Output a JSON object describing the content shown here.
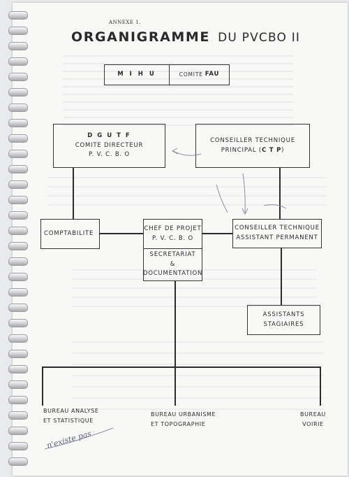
{
  "annex_label": "ANNEXE 1.",
  "title_main": "ORGANIGRAMME",
  "title_rest": "DU PVCBO II",
  "top_box": {
    "left": "M I H U",
    "right_prefix": "COMITE",
    "right_bold": "FAU"
  },
  "dgutf": {
    "line1": "D G U T F",
    "line2": "COMITE  DIRECTEUR",
    "line3": "P. V. C. B. O"
  },
  "ctp": {
    "line1": "CONSEILLER  TECHNIQUE",
    "line2_prefix": "PRINCIPAL  (",
    "line2_bold": "C T P",
    "line2_suffix": ")"
  },
  "comptabilite": "COMPTABILITE",
  "chef": {
    "line1": "CHEF DE PROJET",
    "line2": "P. V. C. B. O"
  },
  "secretariat": {
    "line1": "SECRETARIAT",
    "line2": "&",
    "line3": "DOCUMENTATION"
  },
  "conseiller_ap": {
    "line1": "CONSEILLER  TECHNIQUE",
    "line2": "ASSISTANT  PERMANENT"
  },
  "assistants": {
    "line1": "ASSISTANTS",
    "line2": "STAGIAIRES"
  },
  "bureau_analyse": {
    "line1": "BUREAU ANALYSE",
    "line2": "ET  STATISTIQUE"
  },
  "bureau_urbanisme": {
    "line1": "BUREAU  URBANISME",
    "line2": "ET  TOPOGRAPHIE"
  },
  "bureau_voirie": {
    "line1": "BUREAU",
    "line2": "VOIRIE"
  },
  "handwritten_note": "n'existe pas"
}
